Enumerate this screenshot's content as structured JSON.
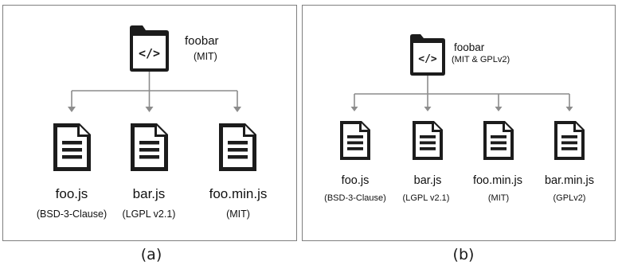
{
  "colors": {
    "icon": "#1c1c1c",
    "connector": "#8c8c8c",
    "border": "#7f7f7f"
  },
  "panels": [
    {
      "caption": "(a)",
      "root": {
        "name": "foobar",
        "license": "(MIT)",
        "icon": "folder-code-icon"
      },
      "files": [
        {
          "name": "foo.js",
          "license": "(BSD-3-Clause)",
          "icon": "document-icon"
        },
        {
          "name": "bar.js",
          "license": "(LGPL v2.1)",
          "icon": "document-icon"
        },
        {
          "name": "foo.min.js",
          "license": "(MIT)",
          "icon": "document-icon"
        }
      ]
    },
    {
      "caption": "(b)",
      "root": {
        "name": "foobar",
        "license": "(MIT & GPLv2)",
        "icon": "folder-code-icon"
      },
      "files": [
        {
          "name": "foo.js",
          "license": "(BSD-3-Clause)",
          "icon": "document-icon"
        },
        {
          "name": "bar.js",
          "license": "(LGPL v2.1)",
          "icon": "document-icon"
        },
        {
          "name": "foo.min.js",
          "license": "(MIT)",
          "icon": "document-icon"
        },
        {
          "name": "bar.min.js",
          "license": "(GPLv2)",
          "icon": "document-icon"
        }
      ]
    }
  ]
}
